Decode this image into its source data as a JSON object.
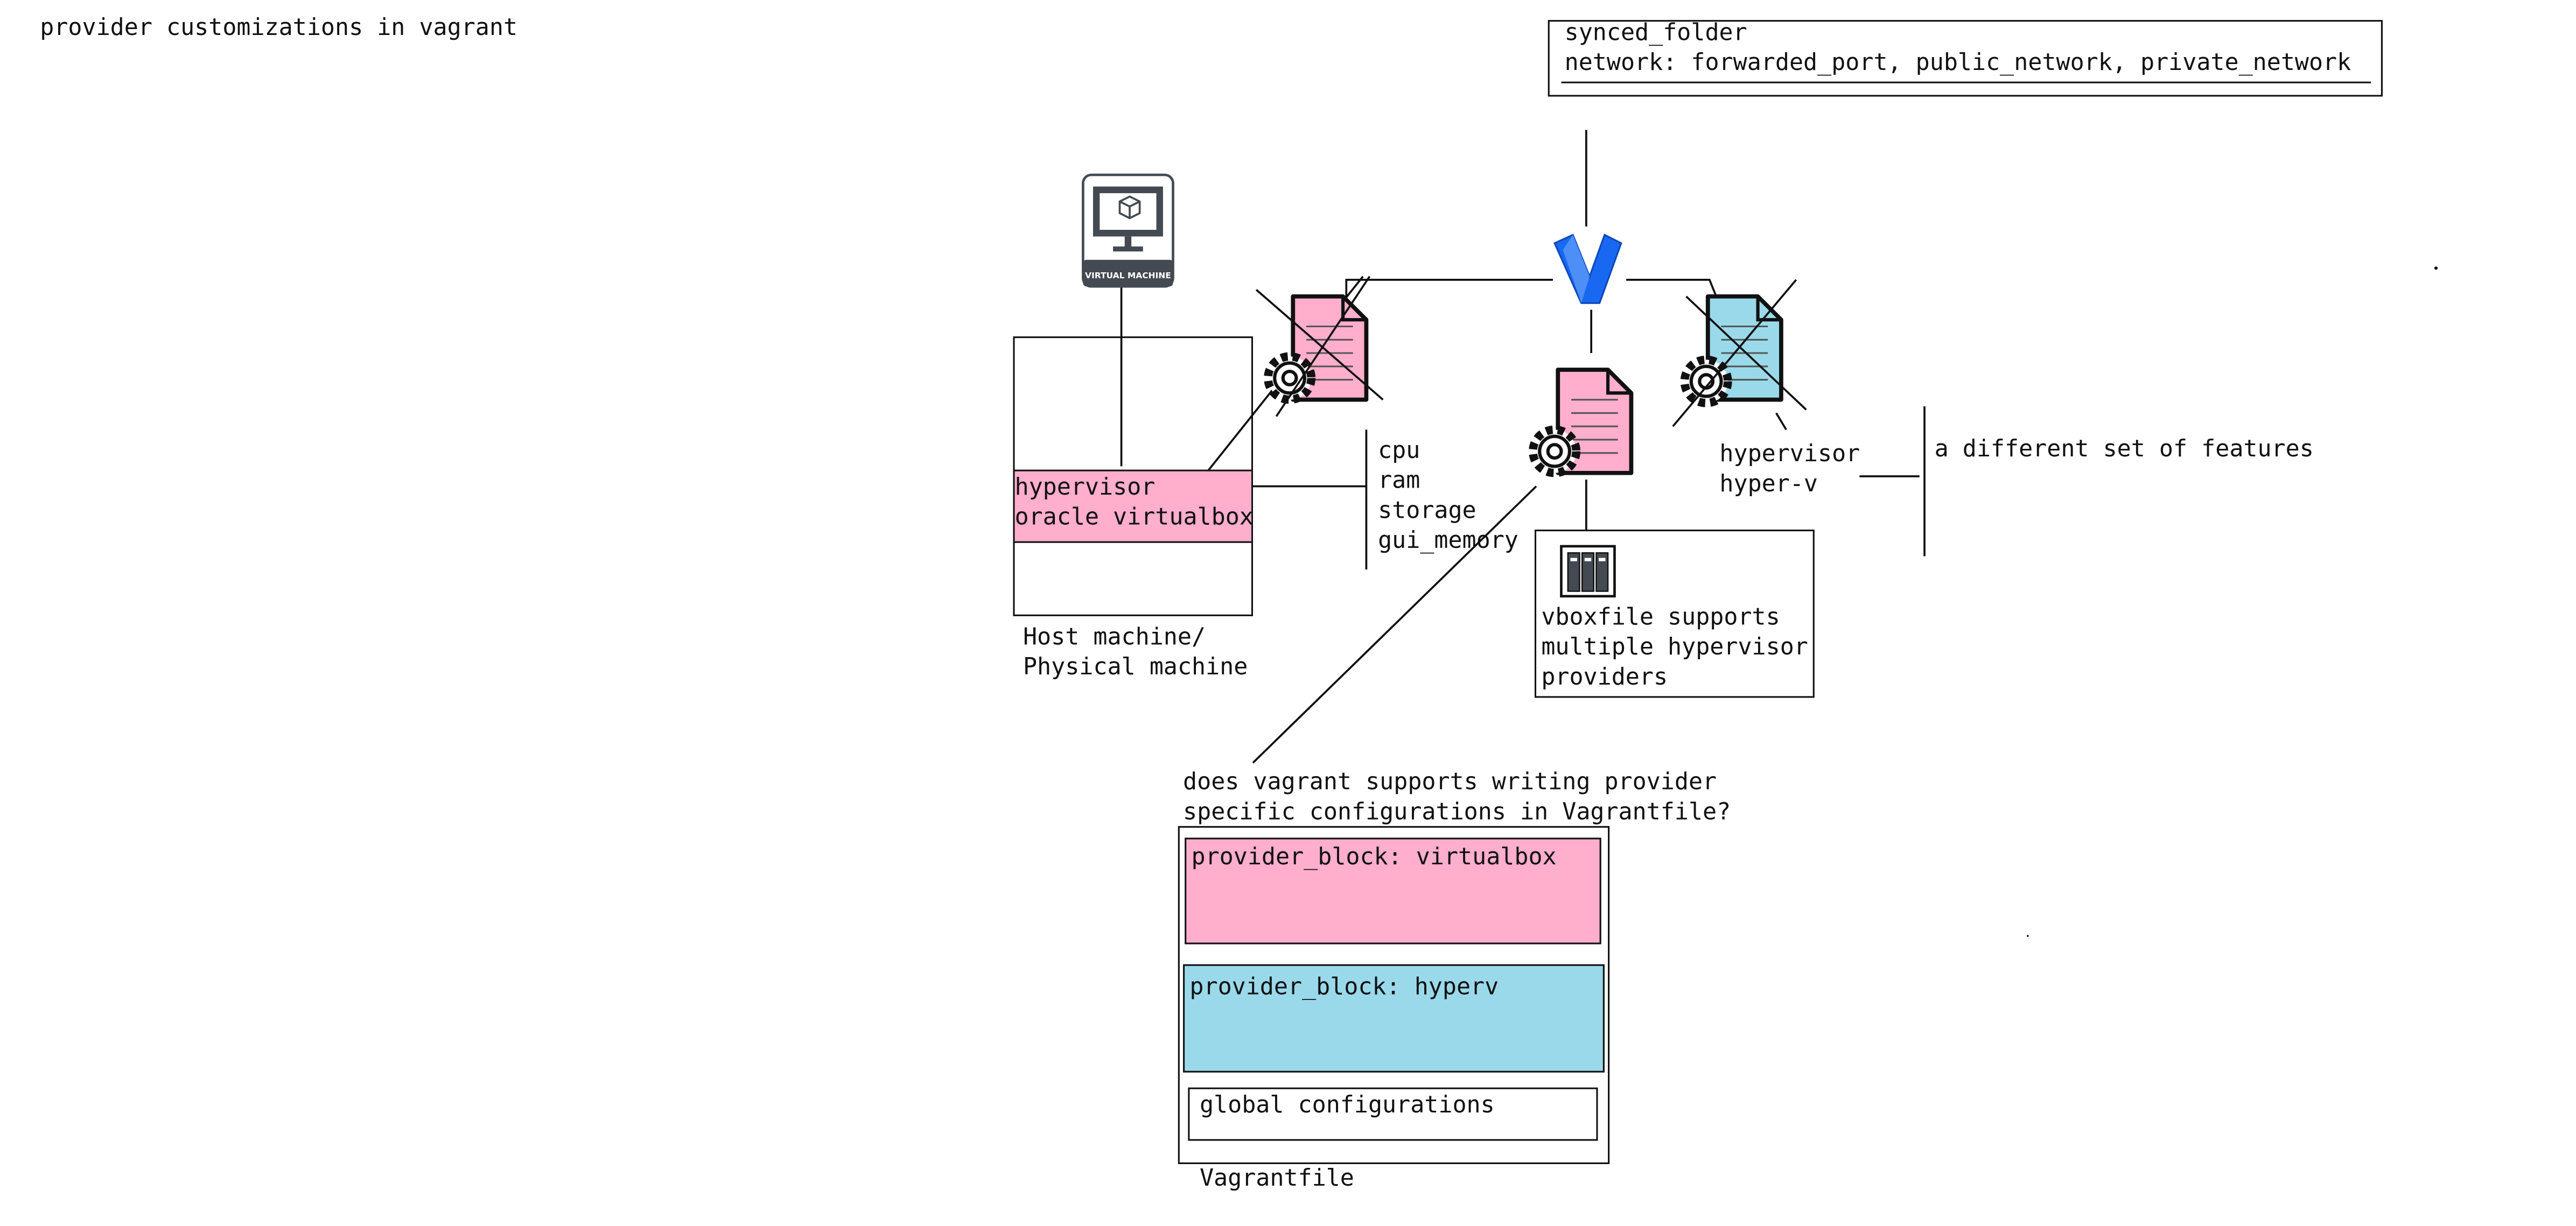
{
  "page_title": "provider customizations in vagrant",
  "top_box": {
    "line1": "synced_folder",
    "line2": "network: forwarded_port, public_network, private_network"
  },
  "vm_icon_label": "VIRTUAL MACHINE",
  "host": {
    "hypervisor_line1": "hypervisor",
    "hypervisor_line2": "oracle virtualbox",
    "caption_line1": "Host machine/",
    "caption_line2": "Physical machine"
  },
  "resources": [
    "cpu",
    "ram",
    "storage",
    "gui_memory"
  ],
  "hyperv": {
    "line1": "hypervisor",
    "line2": "hyper-v",
    "note": "a different set of features"
  },
  "vboxfile": {
    "line1": "vboxfile supports",
    "line2": "multiple hypervisor",
    "line3": "providers"
  },
  "question": {
    "line1": "does vagrant supports writing provider",
    "line2": "specific configurations in Vagrantfile?"
  },
  "vagrantfile": {
    "block_virtualbox": "provider_block: virtualbox",
    "block_hyperv": "provider_block: hyperv",
    "block_global": "global configurations",
    "caption": "Vagrantfile"
  },
  "colors": {
    "pink": "#ffaecb",
    "blue": "#9ad9ea",
    "vagrant_blue": "#1868f2",
    "icon_dark": "#444a52"
  }
}
